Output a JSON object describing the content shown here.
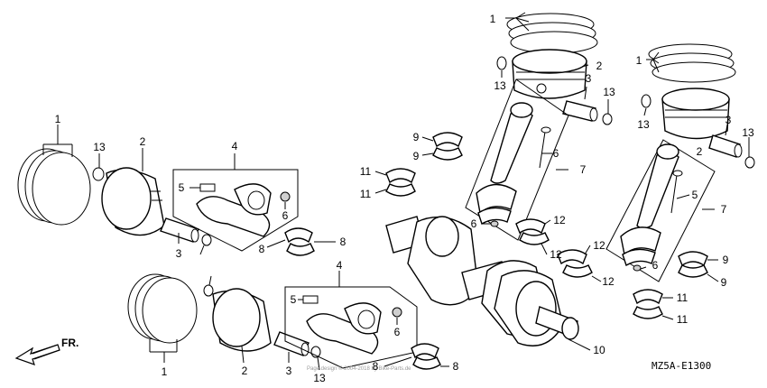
{
  "diagram": {
    "code": "MZ5A-E1300",
    "direction_label": "FR.",
    "watermark": "Page design © 2004-2018 by Bike-Parts.de"
  },
  "callouts": [
    {
      "id": "c01",
      "text": "1"
    },
    {
      "id": "c02",
      "text": "2"
    },
    {
      "id": "c03",
      "text": "13"
    },
    {
      "id": "c04",
      "text": "3"
    },
    {
      "id": "c05",
      "text": "13"
    },
    {
      "id": "c06",
      "text": "1"
    },
    {
      "id": "c07",
      "text": "2"
    },
    {
      "id": "c08",
      "text": "3"
    },
    {
      "id": "c09",
      "text": "13"
    },
    {
      "id": "c10",
      "text": "13"
    },
    {
      "id": "c11",
      "text": "2"
    },
    {
      "id": "c12",
      "text": "1"
    },
    {
      "id": "c13",
      "text": "3"
    },
    {
      "id": "c14",
      "text": "13"
    },
    {
      "id": "c15",
      "text": "1"
    },
    {
      "id": "c16",
      "text": "2"
    },
    {
      "id": "c17",
      "text": "3"
    },
    {
      "id": "c18",
      "text": "13"
    },
    {
      "id": "c19",
      "text": "4"
    },
    {
      "id": "c20",
      "text": "5"
    },
    {
      "id": "c21",
      "text": "6"
    },
    {
      "id": "c22",
      "text": "8"
    },
    {
      "id": "c23",
      "text": "8"
    },
    {
      "id": "c24",
      "text": "4"
    },
    {
      "id": "c25",
      "text": "5"
    },
    {
      "id": "c26",
      "text": "6"
    },
    {
      "id": "c27",
      "text": "8"
    },
    {
      "id": "c28",
      "text": "8"
    },
    {
      "id": "c29",
      "text": "9"
    },
    {
      "id": "c30",
      "text": "9"
    },
    {
      "id": "c31",
      "text": "11"
    },
    {
      "id": "c32",
      "text": "11"
    },
    {
      "id": "c33",
      "text": "6"
    },
    {
      "id": "c34",
      "text": "7"
    },
    {
      "id": "c35",
      "text": "6"
    },
    {
      "id": "c36",
      "text": "12"
    },
    {
      "id": "c37",
      "text": "12"
    },
    {
      "id": "c38",
      "text": "12"
    },
    {
      "id": "c39",
      "text": "12"
    },
    {
      "id": "c40",
      "text": "10"
    },
    {
      "id": "c41",
      "text": "5"
    },
    {
      "id": "c42",
      "text": "7"
    },
    {
      "id": "c43",
      "text": "6"
    },
    {
      "id": "c44",
      "text": "9"
    },
    {
      "id": "c45",
      "text": "9"
    },
    {
      "id": "c46",
      "text": "11"
    },
    {
      "id": "c47",
      "text": "11"
    }
  ]
}
